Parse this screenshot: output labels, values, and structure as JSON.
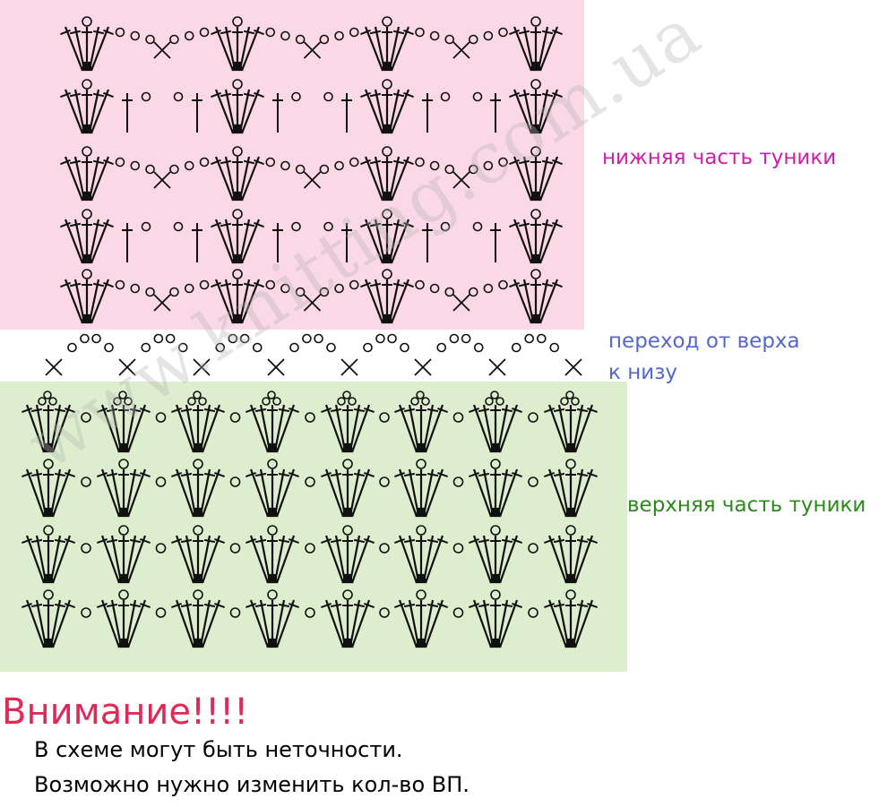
{
  "sections": {
    "bottom_part": "нижняя часть туники",
    "transition_line1": "переход от верха",
    "transition_line2": "к низу",
    "top_part": "верхняя часть туники"
  },
  "warning": {
    "title": "Внимание!!!!",
    "line1": "В схеме могут быть неточности.",
    "line2": "Возможно нужно изменить кол-во ВП."
  },
  "watermark": "www.knitting.com.ua",
  "colors": {
    "pink_zone": "#fbd8e6",
    "green_zone": "#ddeece",
    "bottom_label": "#cc1ea8",
    "transition_label": "#5566cc",
    "top_label": "#2a8a1a",
    "warning_title": "#dd2a56"
  }
}
